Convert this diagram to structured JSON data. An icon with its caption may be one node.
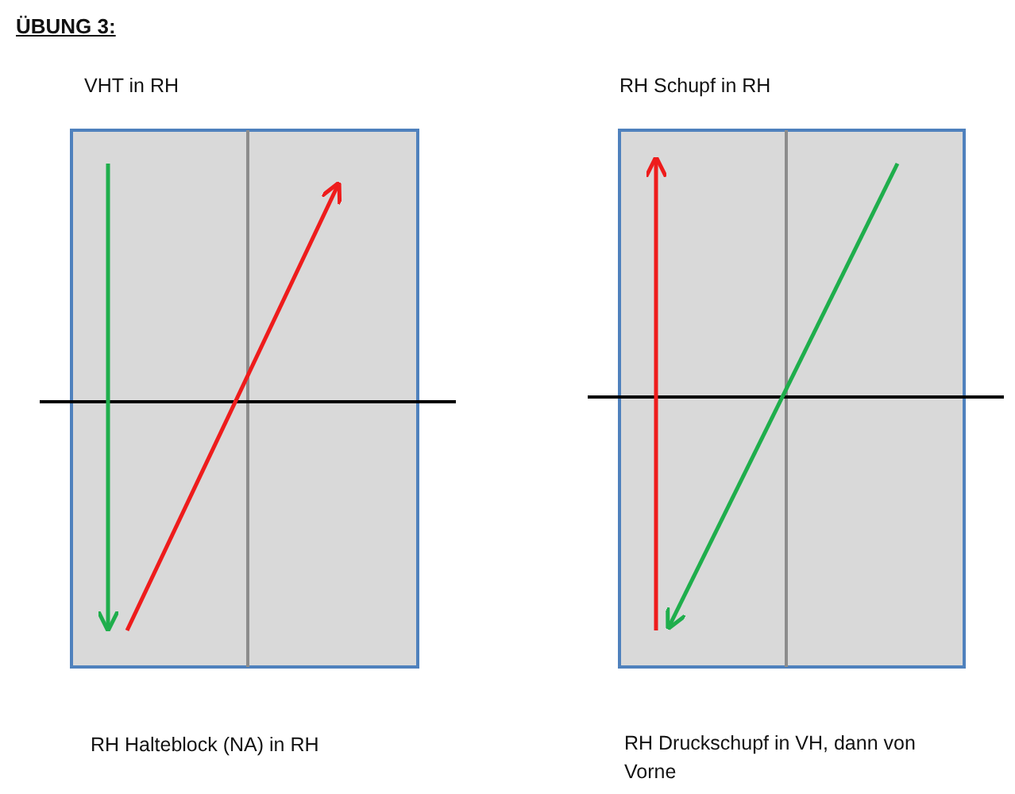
{
  "diagram": {
    "title": "ÜBUNG 3:",
    "labels": [
      "VHT in RH",
      "RH Schupf in RH",
      "RH Halteblock (NA) in RH",
      "RH Druckschupf in VH, dann von Vorne"
    ]
  }
}
